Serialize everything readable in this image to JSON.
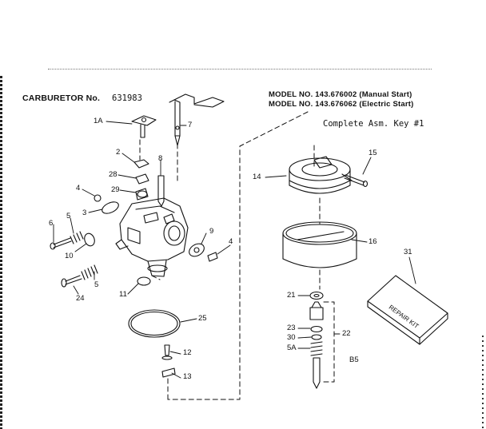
{
  "header": {
    "carburetor_label": "CARBURETOR No.",
    "carburetor_number": "631983",
    "model_1": "MODEL NO. 143.676002 (Manual Start)",
    "model_2": "MODEL NO. 143.676062 (Electric Start)",
    "complete_note": "Complete Asm. Key #1"
  },
  "callouts": {
    "c1a": "1A",
    "c7": "7",
    "c2": "2",
    "c8": "8",
    "c28": "28",
    "c29": "29",
    "c4a": "4",
    "c3": "3",
    "c6": "6",
    "c5a": "5",
    "c10": "10",
    "c9": "9",
    "c4b": "4",
    "c24": "24",
    "c5b": "5",
    "c11": "11",
    "c25": "25",
    "c12": "12",
    "c13": "13",
    "c14": "14",
    "c15": "15",
    "c16": "16",
    "c31": "31",
    "c21": "21",
    "c23": "23",
    "c30": "30",
    "c5c": "5A",
    "c22": "22",
    "cb5": "B5"
  },
  "repair_kit": "REPAIR KIT"
}
